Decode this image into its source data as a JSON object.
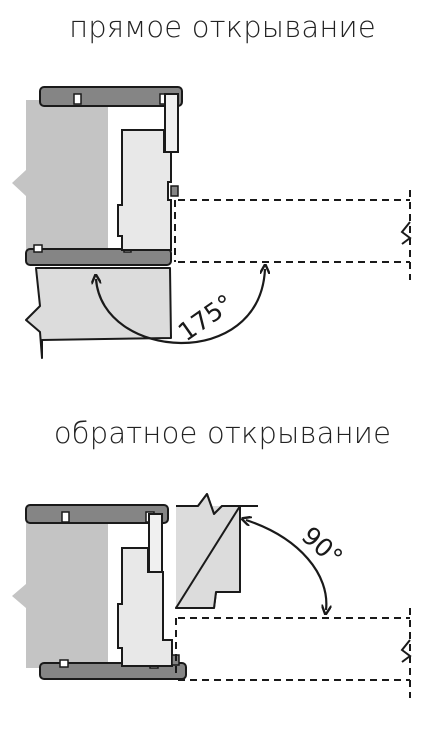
{
  "sections": [
    {
      "title": "прямое открывание",
      "angle_label": "175°"
    },
    {
      "title": "обратное открывание",
      "angle_label": "90°"
    }
  ],
  "colors": {
    "frame": "#858585",
    "wall": "#c4c4c4",
    "leaf": "#dcdcdc",
    "outline": "#1a1a1a"
  }
}
